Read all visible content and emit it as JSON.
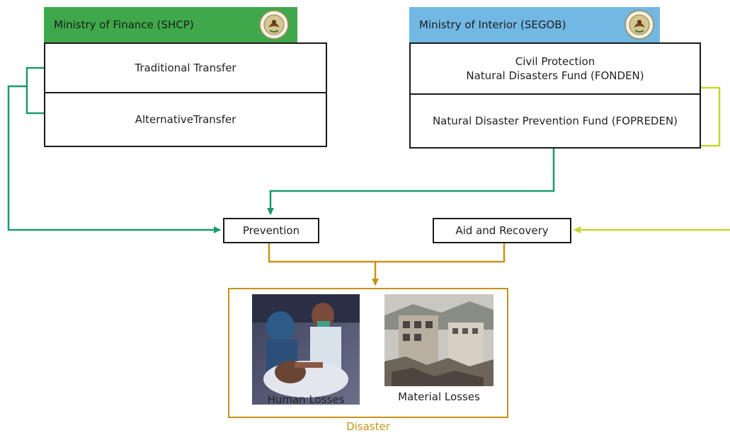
{
  "finance": {
    "header": "Ministry of Finance (SHCP)",
    "header_color": "#3fa84a",
    "items": [
      "Traditional Transfer",
      "AlternativeTransfer"
    ]
  },
  "interior": {
    "header": "Ministry of Interior (SEGOB)",
    "header_color": "#72b8e4",
    "items": [
      "Civil Protection\nNatural Disasters Fund (FONDEN)",
      "Natural Disaster Prevention Fund (FOPREDEN)"
    ]
  },
  "flow": {
    "prevention": "Prevention",
    "aid": "Aid and Recovery"
  },
  "disaster": {
    "human_caption": "Human Losses",
    "material_caption": "Material Losses",
    "label": "Disaster"
  },
  "colors": {
    "prevention_arrow": "#1a9a6a",
    "aid_arrow": "#c6d62e",
    "disaster": "#c8921a"
  },
  "icons": [
    "mexican-seal-icon"
  ]
}
